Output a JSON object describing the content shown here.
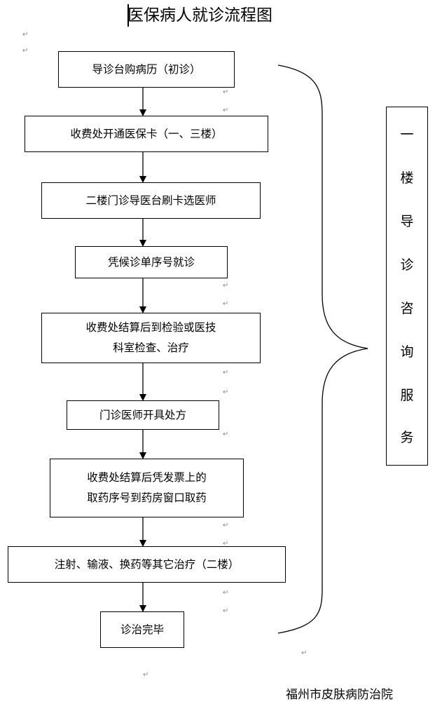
{
  "title": "医保病人就诊流程图",
  "steps": [
    {
      "lines": [
        "导诊台购病历（初诊）"
      ]
    },
    {
      "lines": [
        "收费处开通医保卡（一、三楼）"
      ]
    },
    {
      "lines": [
        "二楼门诊导医台刷卡选医师"
      ]
    },
    {
      "lines": [
        "凭候诊单序号就诊"
      ]
    },
    {
      "lines": [
        "收费处结算后到检验或医技",
        "科室检查、治疗"
      ]
    },
    {
      "lines": [
        "门诊医师开具处方"
      ]
    },
    {
      "lines": [
        "收费处结算后凭发票上的",
        "取药序号到药房窗口取药"
      ]
    },
    {
      "lines": [
        "注射、输液、换药等其它治疗（二楼）"
      ]
    },
    {
      "lines": [
        "诊治完毕"
      ]
    }
  ],
  "side_service": [
    "一",
    "楼",
    "导",
    "诊",
    "咨",
    "询",
    "服",
    "务"
  ],
  "footer": "福州市皮肤病防治院"
}
